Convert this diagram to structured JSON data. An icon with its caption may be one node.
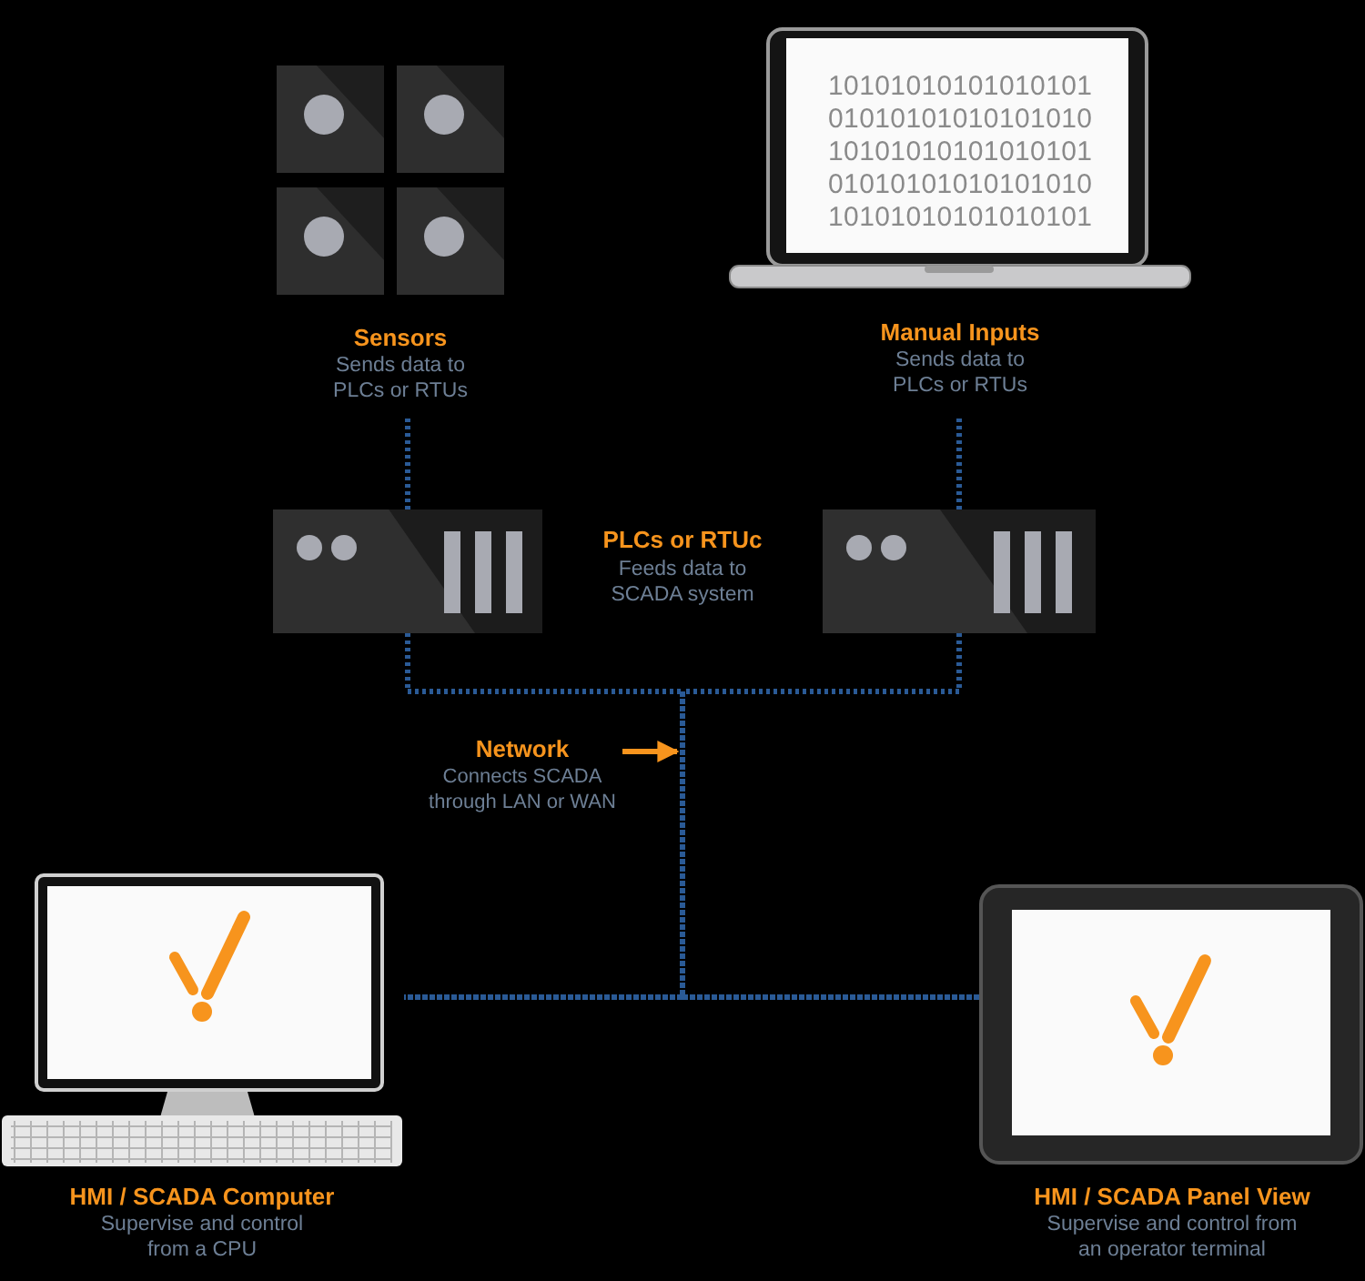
{
  "diagram": {
    "nodes": [
      {
        "text": [
          "Sensors",
          "Sends data to PLCs or RTUs"
        ]
      },
      {
        "text": [
          "Manual Inputs",
          "Sends data to PLCs or RTUs"
        ]
      },
      {
        "text": [],
        "shape": "box"
      },
      {
        "text": [],
        "shape": "box"
      },
      {
        "text": [
          "Network",
          "Connects SCADA through LAN or WAN"
        ]
      },
      {
        "text": [
          "HMI / SCADA Computer",
          "Supervise and control from a CPU"
        ]
      },
      {
        "text": [
          "HMI / SCADA Panel View",
          "Supervise and control from an operator terminal"
        ]
      }
    ],
    "edges": [
      {
        "from": 0,
        "to": 2,
        "arrow": "none",
        "style": "dashed"
      },
      {
        "from": 1,
        "to": 3,
        "arrow": "none",
        "style": "dashed"
      },
      {
        "from": 2,
        "to": 5,
        "arrow": "none",
        "style": "dashed"
      },
      {
        "from": 2,
        "to": 6,
        "arrow": "none",
        "style": "dashed"
      },
      {
        "from": 3,
        "to": 5,
        "arrow": "none",
        "style": "dashed"
      },
      {
        "from": 3,
        "to": 6,
        "arrow": "none",
        "style": "dashed"
      },
      {
        "from": 4,
        "to": null,
        "arrow": "to",
        "color": "#f7941d"
      }
    ],
    "labels": [
      "10101010101010101",
      "01010101010101010",
      "10101010101010101",
      "01010101010101010",
      "10101010101010101",
      "PLCs or RTUc",
      "Feeds data to SCADA system"
    ]
  }
}
